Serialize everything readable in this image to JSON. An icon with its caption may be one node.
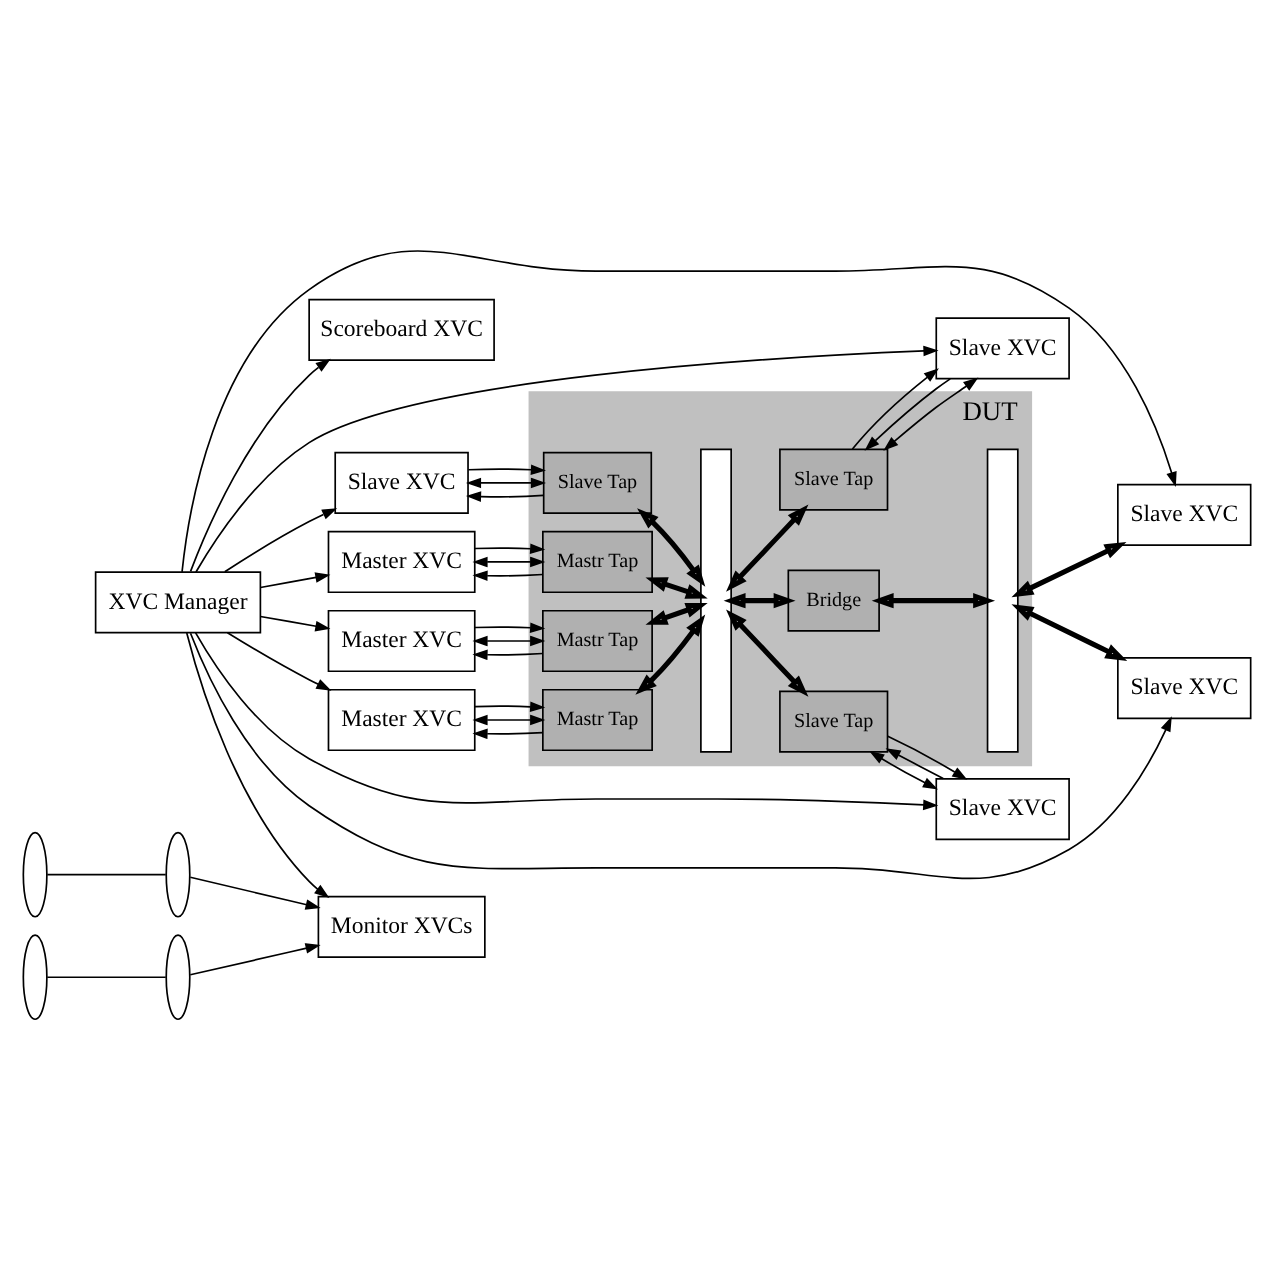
{
  "diagram": {
    "nodes": [
      {
        "text": [
          "XVC Manager"
        ]
      },
      {
        "text": [
          "Scoreboard XVC"
        ]
      },
      {
        "text": [
          "DUT"
        ]
      },
      {
        "text": [
          "Master XVC"
        ]
      },
      {
        "text": [
          "Mastr Tap"
        ],
        "in": 2
      },
      {
        "text": [
          "Master XVC"
        ]
      },
      {
        "text": [
          "Mastr Tap"
        ],
        "in": 2
      },
      {
        "text": [
          "Master XVC"
        ]
      },
      {
        "text": [
          "Mastr Tap"
        ],
        "in": 2
      },
      {
        "text": [
          "Slave XVC"
        ]
      },
      {
        "text": [
          "Slave Tap"
        ],
        "in": 2
      },
      {
        "text": [],
        "shape": "bar",
        "in": 2
      },
      {
        "text": [
          "Bridge"
        ],
        "in": 2
      },
      {
        "text": [],
        "shape": "bar",
        "in": 2
      },
      {
        "text": [
          "Slave XVC"
        ]
      },
      {
        "text": [
          "Slave XVC"
        ]
      },
      {
        "text": [
          "Slave Tap"
        ],
        "in": 2
      },
      {
        "text": [
          "Slave XVC"
        ]
      },
      {
        "text": [
          "Slave Tap"
        ],
        "in": 2
      },
      {
        "text": [
          "Slave XVC"
        ]
      },
      {
        "text": [
          "Monitor XVCs"
        ]
      },
      {
        "text": [],
        "shape": "ellipse"
      },
      {
        "text": [],
        "shape": "ellipse"
      },
      {
        "text": [],
        "shape": "ellipse"
      },
      {
        "text": [],
        "shape": "ellipse"
      }
    ],
    "edges": [
      {
        "from": 0,
        "to": 3,
        "arrow": "to"
      },
      {
        "from": 0,
        "to": 5,
        "arrow": "to"
      },
      {
        "from": 0,
        "to": 7,
        "arrow": "to"
      },
      {
        "from": 0,
        "to": 9,
        "arrow": "to"
      },
      {
        "from": 0,
        "to": 1,
        "arrow": "to"
      },
      {
        "from": 0,
        "to": 14,
        "arrow": "to"
      },
      {
        "from": 0,
        "to": 15,
        "arrow": "to"
      },
      {
        "from": 0,
        "to": 17,
        "arrow": "to"
      },
      {
        "from": 0,
        "to": 19,
        "arrow": "to"
      },
      {
        "from": 0,
        "to": 20,
        "arrow": "to"
      },
      {
        "from": 4,
        "to": 3,
        "arrow": "to"
      },
      {
        "from": 3,
        "to": 4,
        "arrow": "both"
      },
      {
        "from": 3,
        "to": 4,
        "arrow": "to"
      },
      {
        "from": 6,
        "to": 5,
        "arrow": "to"
      },
      {
        "from": 5,
        "to": 6,
        "arrow": "both"
      },
      {
        "from": 5,
        "to": 6,
        "arrow": "to"
      },
      {
        "from": 8,
        "to": 7,
        "arrow": "to"
      },
      {
        "from": 7,
        "to": 8,
        "arrow": "both"
      },
      {
        "from": 7,
        "to": 8,
        "arrow": "to"
      },
      {
        "from": 10,
        "to": 9,
        "arrow": "to"
      },
      {
        "from": 9,
        "to": 10,
        "arrow": "both"
      },
      {
        "from": 9,
        "to": 10,
        "arrow": "to"
      },
      {
        "from": 17,
        "to": 16,
        "arrow": "to"
      },
      {
        "from": 16,
        "to": 17,
        "arrow": "both"
      },
      {
        "from": 16,
        "to": 17,
        "arrow": "to"
      },
      {
        "from": 19,
        "to": 18,
        "arrow": "to"
      },
      {
        "from": 18,
        "to": 19,
        "arrow": "both"
      },
      {
        "from": 18,
        "to": 19,
        "arrow": "to"
      },
      {
        "from": 4,
        "to": 11,
        "arrow": "both",
        "style": "thick"
      },
      {
        "from": 6,
        "to": 11,
        "arrow": "both",
        "style": "thick"
      },
      {
        "from": 8,
        "to": 11,
        "arrow": "both",
        "style": "thick"
      },
      {
        "from": 10,
        "to": 11,
        "arrow": "both",
        "style": "thick"
      },
      {
        "from": 11,
        "to": 16,
        "arrow": "both",
        "style": "thick"
      },
      {
        "from": 11,
        "to": 18,
        "arrow": "both",
        "style": "thick"
      },
      {
        "from": 11,
        "to": 12,
        "arrow": "both",
        "style": "thick"
      },
      {
        "from": 12,
        "to": 13,
        "arrow": "both",
        "style": "thick"
      },
      {
        "from": 13,
        "to": 14,
        "arrow": "both",
        "style": "thick"
      },
      {
        "from": 13,
        "to": 15,
        "arrow": "both",
        "style": "thick"
      },
      {
        "from": 21,
        "to": 22,
        "arrow": "none"
      },
      {
        "from": 22,
        "to": 20,
        "arrow": "to"
      },
      {
        "from": 23,
        "to": 24,
        "arrow": "none"
      },
      {
        "from": 24,
        "to": 20,
        "arrow": "to"
      }
    ]
  }
}
